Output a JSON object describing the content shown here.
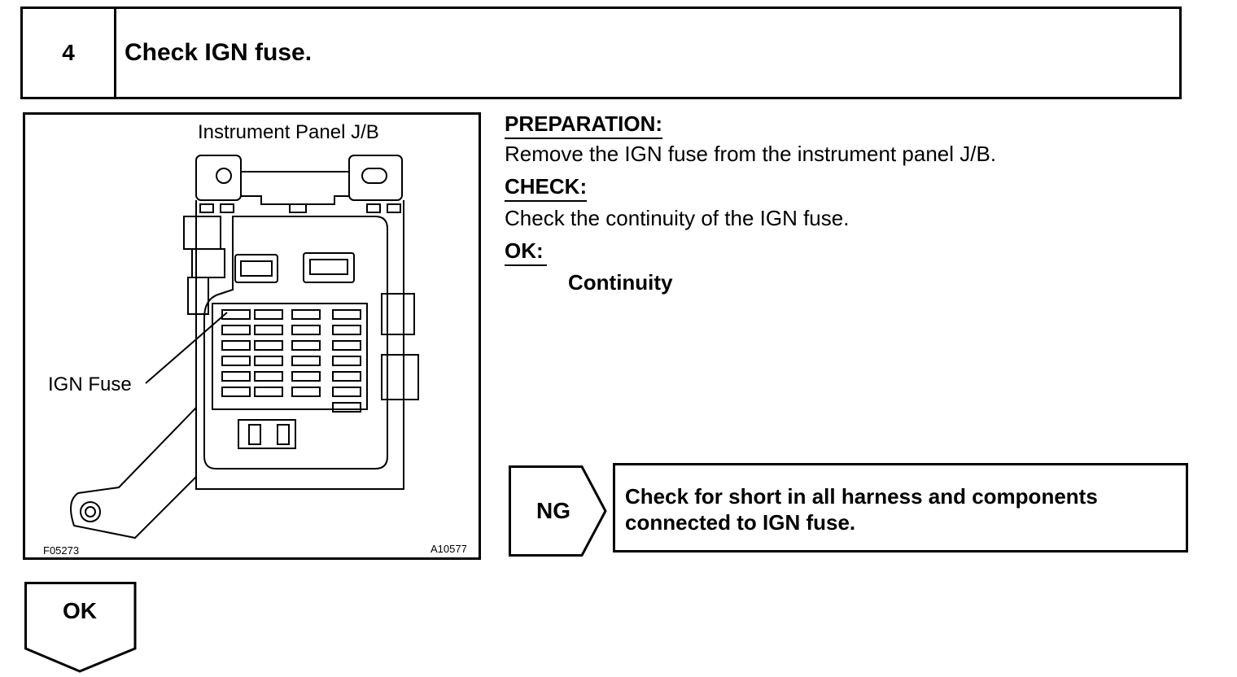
{
  "step": {
    "number": "4",
    "title": "Check IGN fuse."
  },
  "figure": {
    "title": "Instrument Panel J/B",
    "callout": "IGN Fuse",
    "code_left": "F05273",
    "code_right": "A10577"
  },
  "instructions": {
    "preparation_heading": "PREPARATION:",
    "preparation_text": "Remove the IGN fuse from the instrument panel J/B.",
    "check_heading": "CHECK:",
    "check_text": "Check the continuity of the IGN fuse.",
    "ok_heading": "OK:",
    "ok_text": "Continuity"
  },
  "branches": {
    "ng_label": "NG",
    "ng_line1": "Check for short in all harness and components",
    "ng_line2": "connected to IGN fuse.",
    "ok_label": "OK"
  }
}
